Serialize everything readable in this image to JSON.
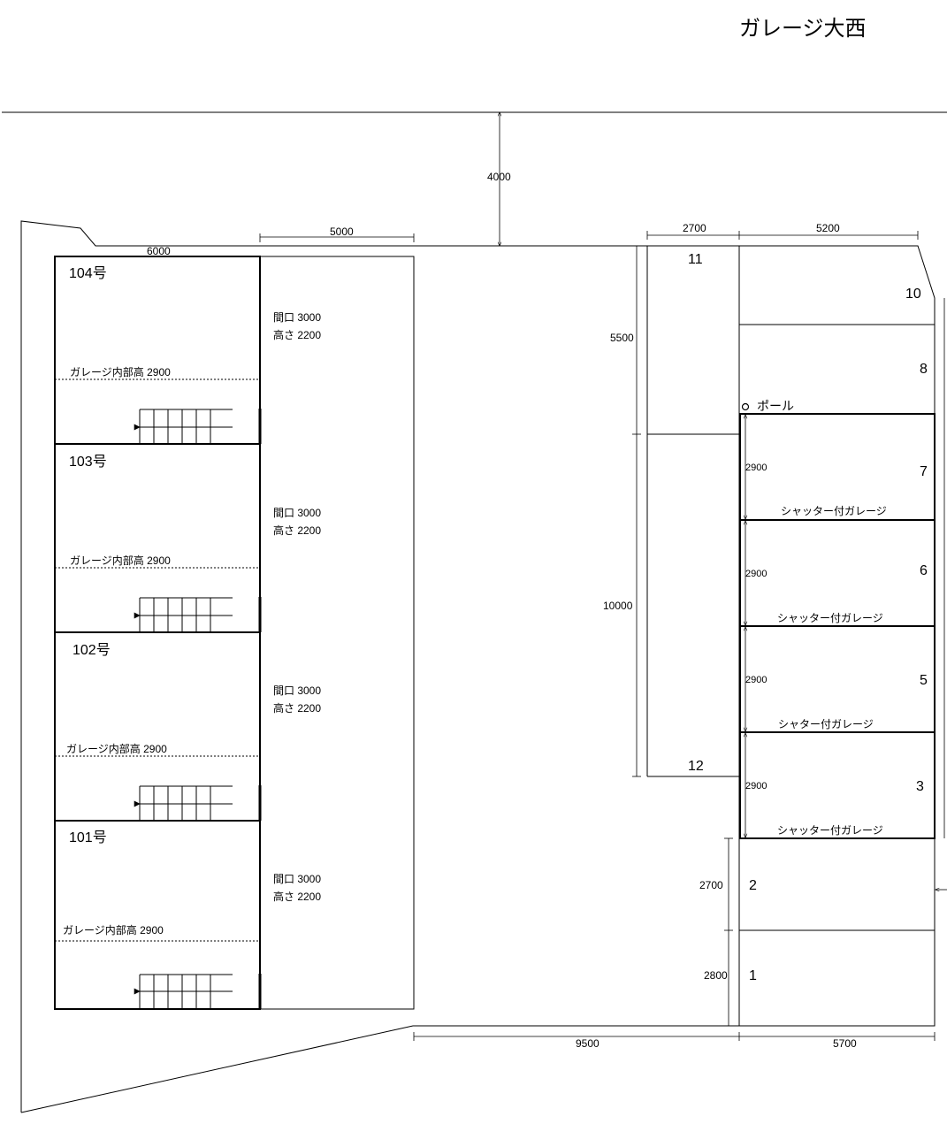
{
  "title": "ガレージ大西",
  "units": [
    {
      "label": "104号",
      "frontage": "間口  3000",
      "height": "高さ  2200",
      "inner": "ガレージ内部高  2900"
    },
    {
      "label": "103号",
      "frontage": "間口  3000",
      "height": "高さ  2200",
      "inner": "ガレージ内部高  2900"
    },
    {
      "label": "102号",
      "frontage": "間口  3000",
      "height": "高さ  2200",
      "inner": "ガレージ内部高  2900"
    },
    {
      "label": "101号",
      "frontage": "間口  3000",
      "height": "高さ  2200",
      "inner": "ガレージ内部高  2900"
    }
  ],
  "dimensions": {
    "road_gap": "4000",
    "top_5000": "5000",
    "top_6000": "6000",
    "top_2700": "2700",
    "top_5200": "5200",
    "side_5500": "5500",
    "side_10000": "10000",
    "side_2700": "2700",
    "side_2800": "2800",
    "bottom_9500": "9500",
    "bottom_5700": "5700",
    "bay_2900_7": "2900",
    "bay_2900_6": "2900",
    "bay_2900_5": "2900",
    "bay_2900_3": "2900"
  },
  "spaces": {
    "s11": "11",
    "s12": "12",
    "s10": "10",
    "s8": "8",
    "s7": "7",
    "s6": "6",
    "s5": "5",
    "s3": "3",
    "s2": "2",
    "s1": "1"
  },
  "pole_label": "ポール",
  "shutter": {
    "s7": "シャッター付ガレージ",
    "s6": "シャッター付ガレージ",
    "s5": "シャター付ガレージ",
    "s3": "シャッター付ガレージ"
  }
}
